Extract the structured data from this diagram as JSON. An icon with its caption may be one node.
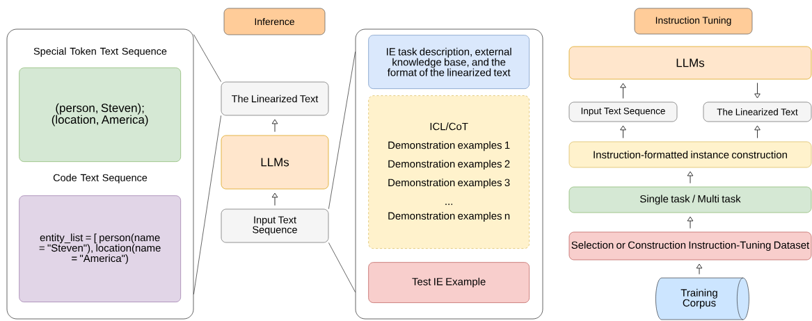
{
  "diagram": {
    "nodes": [
      {
        "text": [
          "Inference"
        ]
      },
      {
        "text": [],
        "shape": "box"
      },
      {
        "text": [
          "Special Token Text Sequence",
          "(person, Steven); (location, America)"
        ],
        "in": 1
      },
      {
        "text": [
          "Code Text Sequence",
          "entity_list = [ person(name = \"Steven\"), location(name = \"America\")"
        ],
        "in": 1
      },
      {
        "text": [
          "The Linearized Text"
        ]
      },
      {
        "text": [
          "LLMs"
        ]
      },
      {
        "text": [
          "Input Text Sequence"
        ]
      },
      {
        "text": [],
        "shape": "box"
      },
      {
        "text": [
          "IE task description, external knowledge base, and the format of the linearized text"
        ],
        "in": 7
      },
      {
        "text": [
          "ICL/CoT",
          "Demonstration examples 1",
          "Demonstration examples 2",
          "Demonstration examples 3",
          "...",
          "Demonstration examples n"
        ],
        "in": 7
      },
      {
        "text": [
          "Test IE Example"
        ],
        "in": 7
      },
      {
        "text": [
          "Instruction Tuning"
        ]
      },
      {
        "text": [
          "LLMs"
        ]
      },
      {
        "text": [
          "Input Text Sequence"
        ]
      },
      {
        "text": [
          "The Linearized Text"
        ]
      },
      {
        "text": [
          "Instruction-formatted instance construction"
        ]
      },
      {
        "text": [
          "Single task / Multi task"
        ]
      },
      {
        "text": [
          "Selection or Construction Instruction-Tuning Dataset"
        ]
      },
      {
        "text": [
          "Training Corpus"
        ]
      }
    ],
    "edges": [
      {
        "from": 6,
        "to": 5,
        "arrow": "to"
      },
      {
        "from": 5,
        "to": 4,
        "arrow": "to"
      },
      {
        "from": 4,
        "to": 1,
        "arrow": "none"
      },
      {
        "from": 4,
        "to": 1,
        "arrow": "none"
      },
      {
        "from": 6,
        "to": 7,
        "arrow": "none"
      },
      {
        "from": 6,
        "to": 7,
        "arrow": "none"
      },
      {
        "from": 13,
        "to": 12,
        "arrow": "to"
      },
      {
        "from": 12,
        "to": 14,
        "arrow": "to"
      },
      {
        "from": 15,
        "to": 13,
        "arrow": "to"
      },
      {
        "from": 15,
        "to": 14,
        "arrow": "to"
      },
      {
        "from": 16,
        "to": 15,
        "arrow": "to"
      },
      {
        "from": 17,
        "to": 16,
        "arrow": "to"
      },
      {
        "from": 18,
        "to": 17,
        "arrow": "to"
      }
    ]
  }
}
